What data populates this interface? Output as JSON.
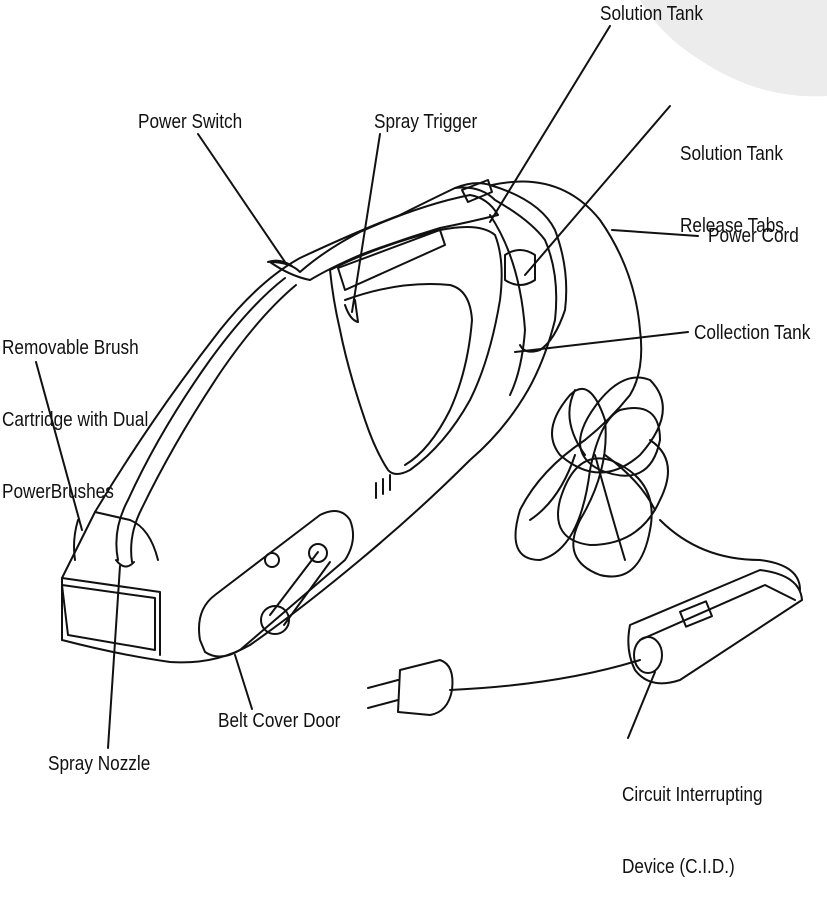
{
  "diagram": {
    "labels": {
      "solution_tank": "Solution Tank",
      "power_switch": "Power Switch",
      "spray_trigger": "Spray Trigger",
      "release_tabs_line1": "Solution Tank",
      "release_tabs_line2": "Release Tabs",
      "power_cord": "Power Cord",
      "brush_line1": "Removable Brush",
      "brush_line2": "Cartridge with Dual",
      "brush_line3": "PowerBrushes",
      "collection_tank": "Collection Tank",
      "belt_cover_door": "Belt Cover Door",
      "spray_nozzle": "Spray Nozzle",
      "cid_line1": "Circuit Interrupting",
      "cid_line2": "Device (C.I.D.)"
    },
    "colors": {
      "line": "#111111",
      "corner_shade": "#ececec"
    }
  }
}
